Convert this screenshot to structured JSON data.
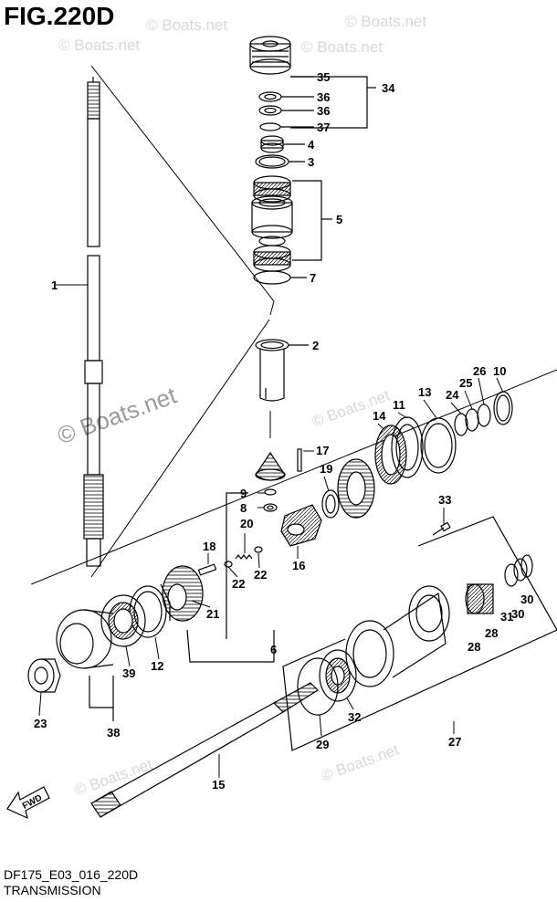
{
  "figure": {
    "title": "FIG.220D",
    "code": "DF175_E03_016_220D",
    "caption": "TRANSMISSION"
  },
  "watermark": {
    "text": "© Boats.net"
  },
  "fwd_label": "FWD",
  "callouts": [
    "34",
    "35",
    "36",
    "36",
    "37",
    "4",
    "3",
    "5",
    "7",
    "1",
    "2",
    "10",
    "26",
    "25",
    "24",
    "13",
    "11",
    "14",
    "17",
    "19",
    "9",
    "8",
    "20",
    "18",
    "22",
    "22",
    "16",
    "21",
    "33",
    "30",
    "31",
    "30",
    "28",
    "28",
    "12",
    "39",
    "23",
    "38",
    "6",
    "27",
    "32",
    "29",
    "15"
  ],
  "colors": {
    "line": "#000000",
    "watermark": "#d8d8d8"
  }
}
